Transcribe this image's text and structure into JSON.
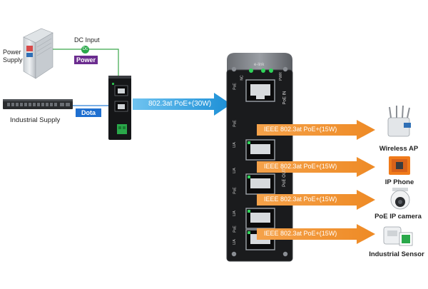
{
  "sources": {
    "power_supply_label_line1": "Power",
    "power_supply_label_line2": "Supply",
    "industrial_supply_label": "Industrial Supply"
  },
  "links": {
    "dc_input_label": "DC Input",
    "dc_icon_text": "Dc",
    "power_tag": "Power",
    "data_tag": "Dota",
    "injector_to_switch": "802.3at PoE+(30W)"
  },
  "switch": {
    "brand": "e-link",
    "pwr_label": "PWR",
    "nc_label": "NC",
    "poe_in_label": "PoE IN",
    "poe_out_label": "PoE OUT",
    "port_side_labels": [
      "PoE",
      "PoE",
      "LIA",
      "LIA",
      "PoE",
      "LIA",
      "PoE",
      "LIA"
    ]
  },
  "outputs": [
    {
      "label": "IEEE 802.3at PoE+(15W)",
      "device": "Wireless AP",
      "icon": "wireless-ap-icon"
    },
    {
      "label": "IEEE 802.3at PoE+(15W)",
      "device": "IP Phone",
      "icon": "ip-phone-icon"
    },
    {
      "label": "IEEE 802.3at PoE+(15W)",
      "device": "PoE IP camera",
      "icon": "ptz-camera-icon"
    },
    {
      "label": "IEEE 802.3at PoE+(15W)",
      "device": "Industrial Sensor",
      "icon": "sensor-icon"
    }
  ],
  "colors": {
    "orange_arrow": "#f0902e",
    "blue_arrow": "#2a9bdb",
    "power_tag_bg": "#6b2c8f",
    "data_tag_bg": "#1e6fd0",
    "dc_icon_bg": "#2aa84a",
    "switch_body": "#1a1b1d",
    "green_link": "#3aa84a"
  }
}
